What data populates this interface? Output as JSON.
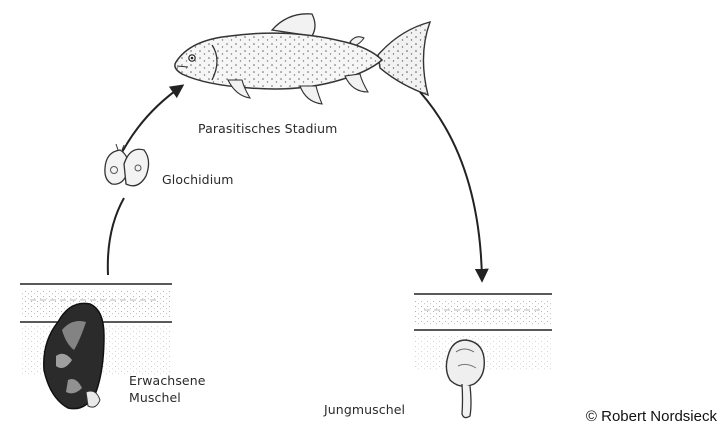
{
  "diagram": {
    "stages": {
      "parasitic": "Parasitisches Stadium",
      "glochidium": "Glochidium",
      "adult_line1": "Erwachsene",
      "adult_line2": "Muschel",
      "juvenile": "Jungmuschel"
    },
    "copyright": "© Robert Nordsieck",
    "icons": [
      "fish-icon",
      "glochidium-icon",
      "adult-mussel-icon",
      "juvenile-mussel-icon"
    ],
    "colors": {
      "ink": "#2a2a2a",
      "background": "#ffffff"
    }
  }
}
